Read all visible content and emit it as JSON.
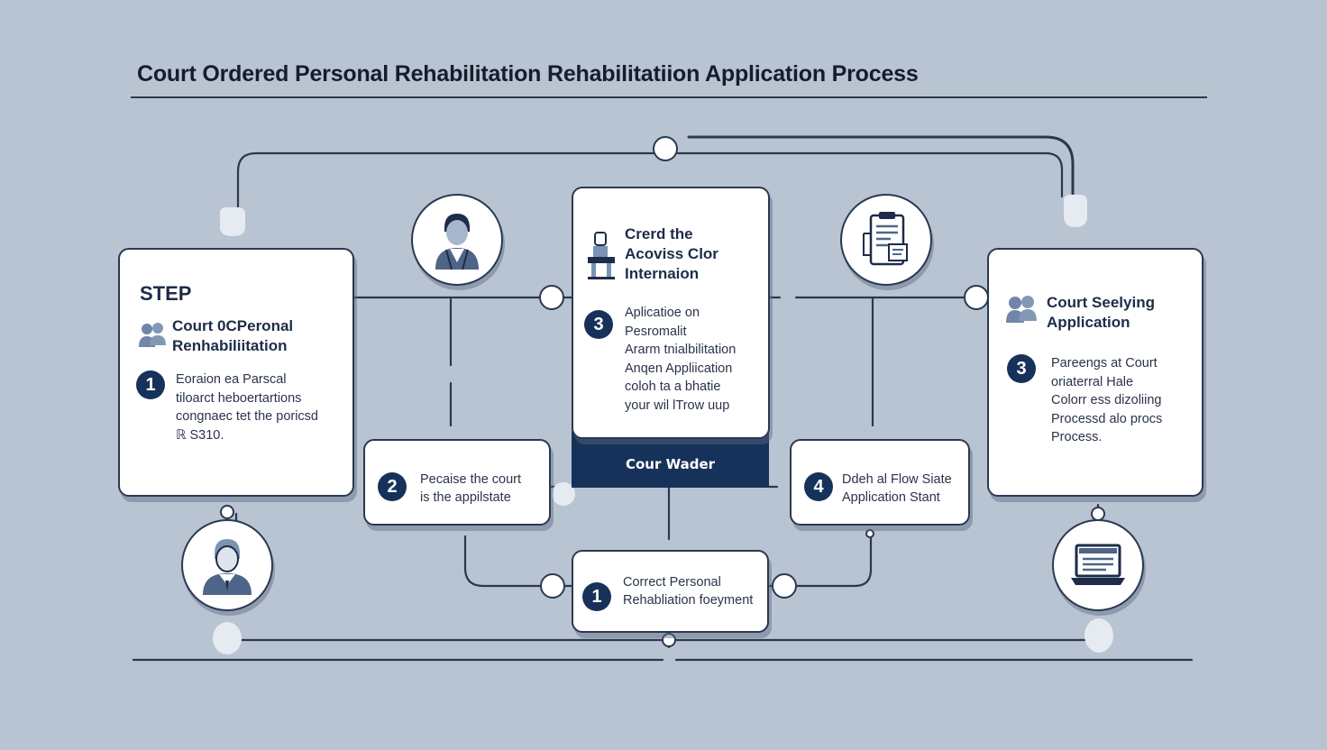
{
  "title": "Court Ordered Personal Rehabilitation Rehabilitatiion Application Process",
  "cards": {
    "left": {
      "step_label": "STEP",
      "heading": [
        "Court 0CPeronal",
        "Renhabiliitation"
      ],
      "badge": "1",
      "body": [
        "Eoraion ea Parscal",
        "tiloarct heboertartions",
        "congnaec tet the poricsd",
        "ℝ S310."
      ]
    },
    "center_top": {
      "heading": [
        "Crerd the",
        "Acoviss Clor",
        "Internaion"
      ],
      "badge": "3",
      "body": [
        "Aplicatioe on",
        "Pesromalit",
        "Ararm tnialbilitation",
        "Anqen Appliication",
        "coloh ta a bhatie",
        "your wil lTrow uup"
      ]
    },
    "right": {
      "heading": [
        "Court Seelying",
        "Application"
      ],
      "badge": "3",
      "body": [
        "Pareengs at Court",
        "oriaterral Hale",
        "Colorr ess dizoliing",
        "Processd alo procs",
        "Process."
      ]
    },
    "step2": {
      "badge": "2",
      "body": [
        "Pecaise the court",
        "is the appilstate"
      ]
    },
    "step4": {
      "badge": "4",
      "body": [
        "Ddeh al Flow Siate",
        "Application Stant"
      ]
    },
    "bottom": {
      "badge": "1",
      "body": [
        "Correct Personal",
        "Rehabliation foeyment"
      ]
    }
  },
  "banner": "Cour Wader",
  "icons": [
    "worker-avatar-icon",
    "clipboard-document-icon",
    "person-avatar-icon",
    "laptop-icon",
    "podium-icon",
    "users-group-icon"
  ],
  "colors": {
    "background": "#b9c4d2",
    "navy": "#17325a",
    "line": "#2b3850",
    "card": "#ffffff"
  }
}
